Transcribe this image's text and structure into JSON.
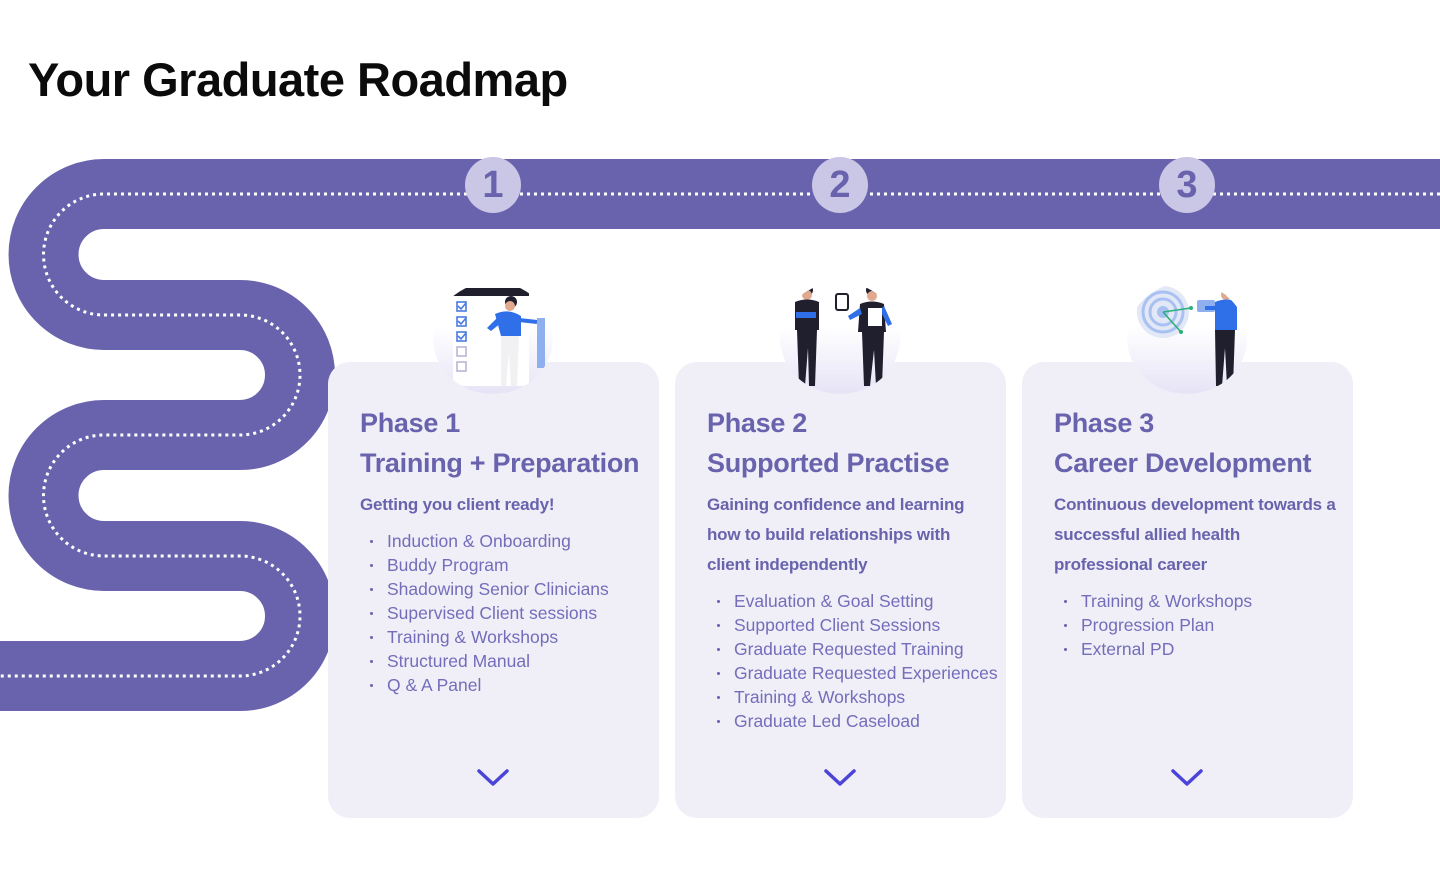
{
  "title": "Your Graduate Roadmap",
  "colors": {
    "road": "#6963ad",
    "road_dash": "#ffffff",
    "marker_bg": "#c9c6e6",
    "card_bg": "#f0eff8",
    "accent_chevron": "#4a44d8"
  },
  "markers": [
    "1",
    "2",
    "3"
  ],
  "phases": [
    {
      "label": "Phase 1",
      "name": "Training + Preparation",
      "subtitle": "Getting you client ready!",
      "illustration_icon": "checklist-person-icon",
      "items": [
        "Induction & Onboarding",
        "Buddy Program",
        "Shadowing Senior Clinicians",
        "Supervised Client sessions",
        "Training & Workshops",
        "Structured Manual",
        "Q & A Panel"
      ]
    },
    {
      "label": "Phase 2",
      "name": "Supported Practise",
      "subtitle": "Gaining confidence and learning how to build relationships with client independently",
      "illustration_icon": "two-people-clipboard-icon",
      "items": [
        "Evaluation & Goal Setting",
        "Supported Client Sessions",
        "Graduate Requested Training",
        "Graduate Requested Experiences",
        "Training & Workshops",
        "Graduate Led Caseload"
      ]
    },
    {
      "label": "Phase 3",
      "name": "Career Development",
      "subtitle": "Continuous development towards a successful allied health professional career",
      "illustration_icon": "target-person-icon",
      "items": [
        "Training & Workshops",
        "Progression Plan",
        "External PD"
      ]
    }
  ]
}
